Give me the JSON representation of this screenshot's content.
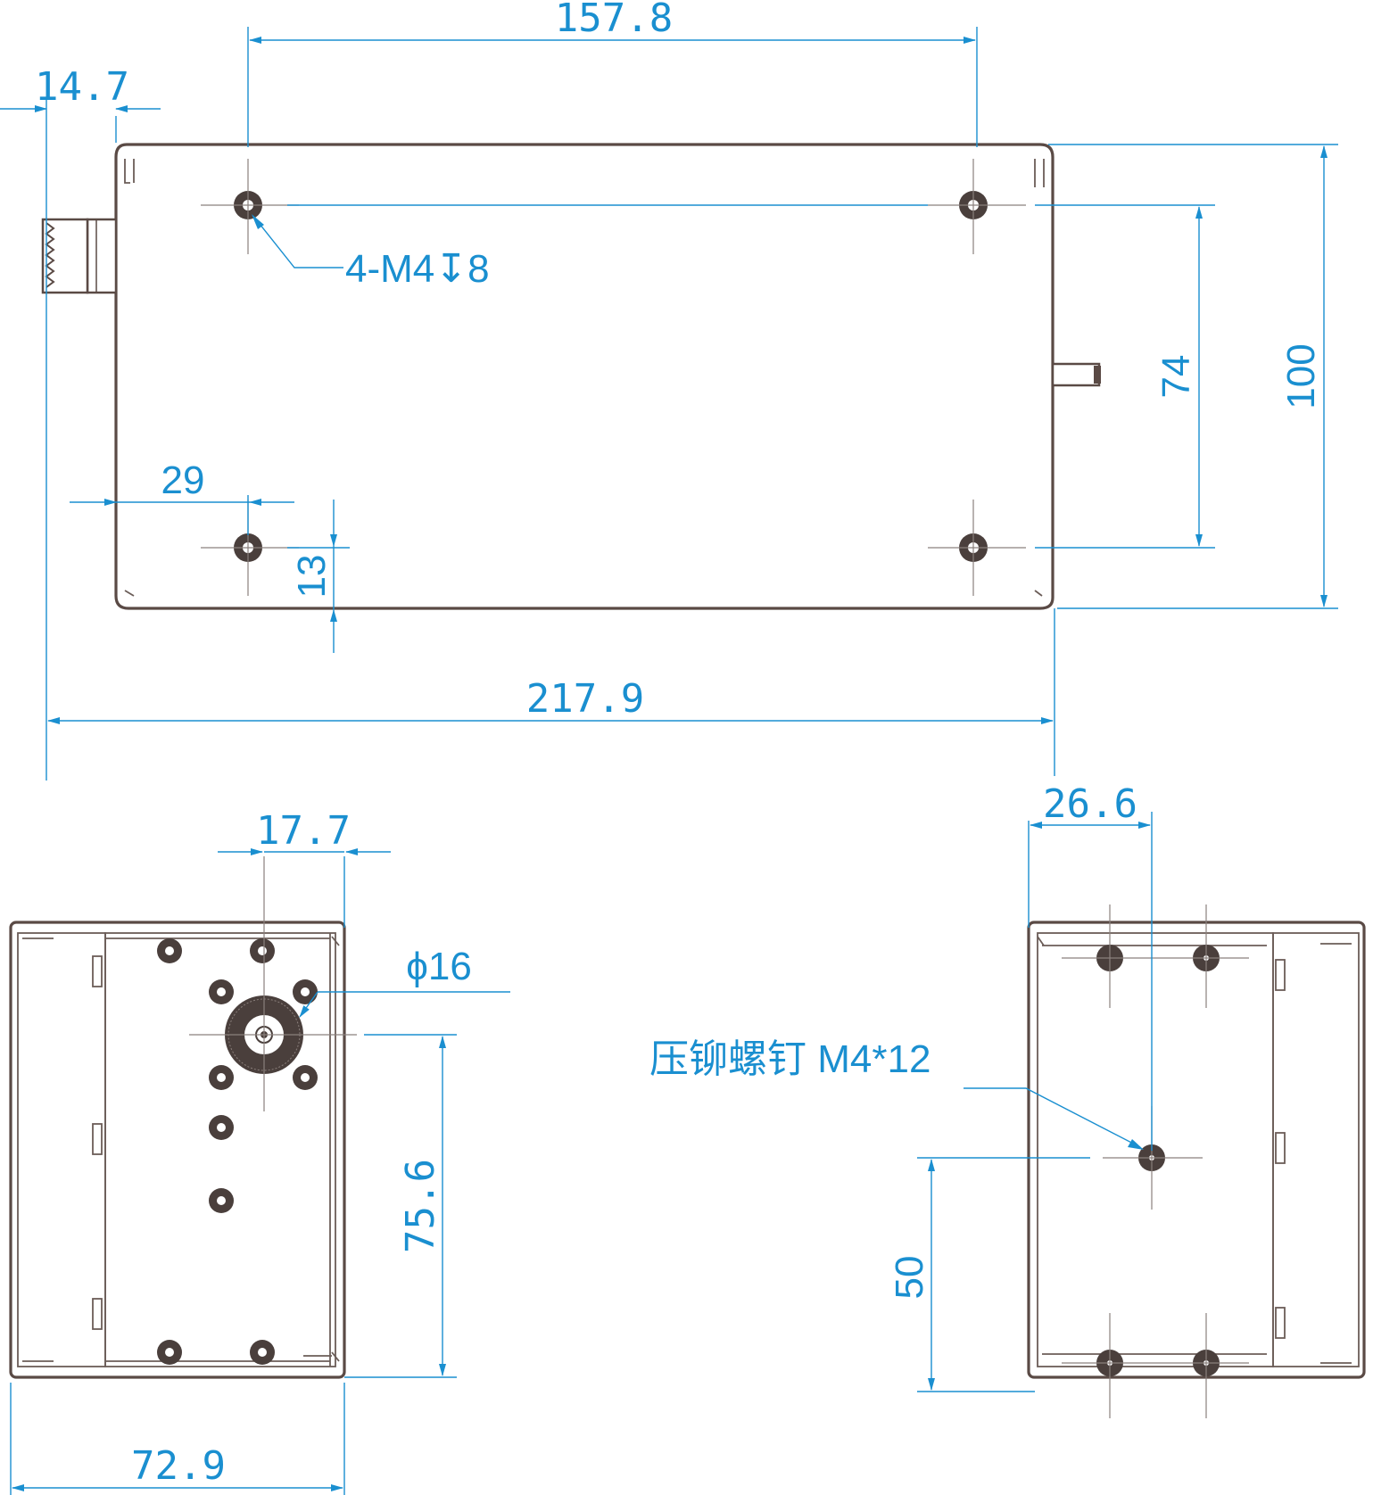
{
  "dimensions": {
    "top_width_holes": "157.8",
    "connector_offset": "14.7",
    "hole_spacing_v": "74",
    "height_total": "100",
    "hole_x_offset": "29",
    "hole_y_offset": "13",
    "overall_length": "217.9",
    "left_view_offset": "17.7",
    "connector_diameter": "ϕ16",
    "left_view_height": "75.6",
    "left_view_width": "72.9",
    "right_view_offset": "26.6",
    "right_view_height": "50"
  },
  "annotations": {
    "mount_holes": "4-M4↧8",
    "rivet_screw": "压铆螺钉 M4*12"
  },
  "colors": {
    "dimension": "#1a8fd0",
    "outline": "#5a4a45"
  }
}
